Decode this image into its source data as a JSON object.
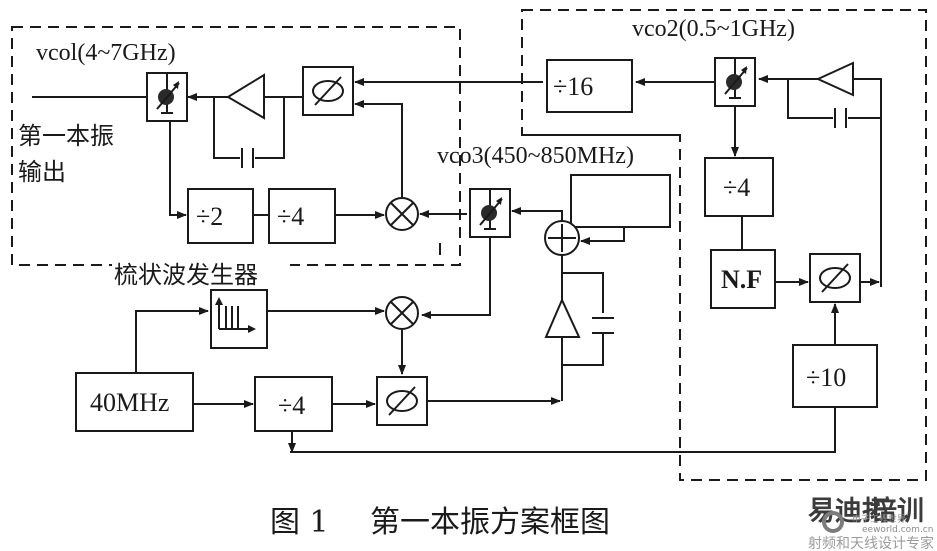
{
  "regions": {
    "vco1": {
      "label": "vcol(4~7GHz)"
    },
    "vco2": {
      "label": "vco2(0.5~1GHz)"
    },
    "vco3": {
      "label": "vco3(450~850MHz)"
    }
  },
  "output_label_line1": "第一本振",
  "output_label_line2": "输出",
  "comb_generator_label": "梳状波发生器",
  "blocks": {
    "div16": "÷16",
    "div2": "÷2",
    "div4_vco1": "÷4",
    "div4_vco2": "÷4",
    "nf": "N.F",
    "div10": "÷10",
    "ref": "40MHz",
    "div4_ref": "÷4"
  },
  "caption": {
    "figure_number": "图 1",
    "title": "第一本振方案框图"
  },
  "watermark": {
    "brand_red": "易迪拓",
    "brand_blue": "培训",
    "sub": "电子工程世界",
    "url": "eeworld.com.cn",
    "tagline": "射频和天线设计专家",
    "colors": {
      "red": "#d9534f",
      "blue": "#4a78b5"
    }
  }
}
